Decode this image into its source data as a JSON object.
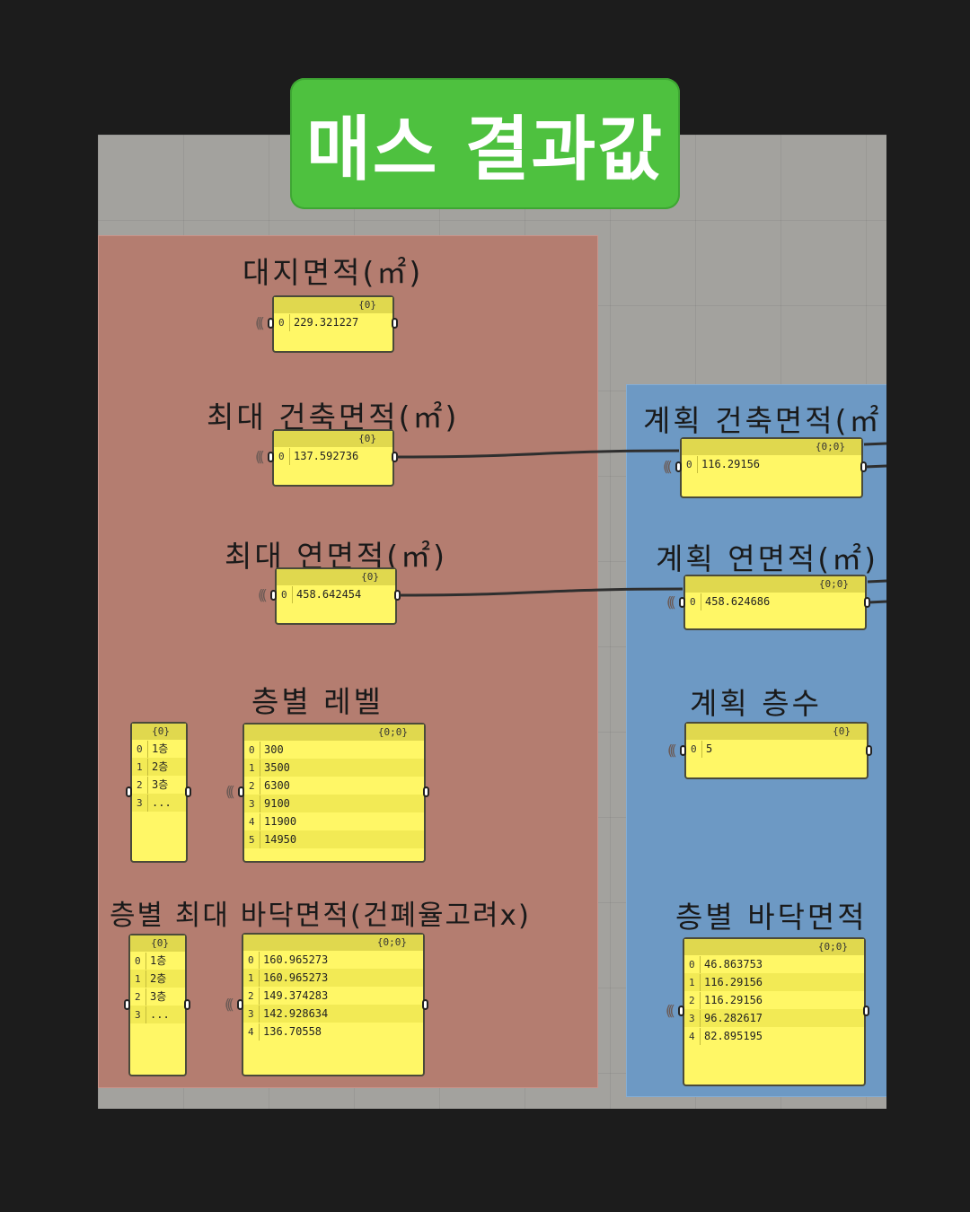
{
  "title": "매스 결과값",
  "labels": {
    "site_area": "대지면적(㎡)",
    "max_building_area": "최대 건축면적(㎡)",
    "max_floor_area": "최대 연면적(㎡)",
    "floor_levels": "층별 레벨",
    "max_floor_areas_by_floor": "층별 최대 바닥면적(건폐율고려x)",
    "plan_building_area": "계획 건축면적(㎡",
    "plan_floor_area": "계획 연면적(㎡)",
    "plan_floor_count": "계획 층수",
    "floor_areas_by_floor": "층별 바닥면적"
  },
  "panels": {
    "site_area": {
      "path": "{0}",
      "rows": [
        {
          "i": "0",
          "v": "229.321227"
        }
      ]
    },
    "max_building_area": {
      "path": "{0}",
      "rows": [
        {
          "i": "0",
          "v": "137.592736"
        }
      ]
    },
    "max_floor_area": {
      "path": "{0}",
      "rows": [
        {
          "i": "0",
          "v": "458.642454"
        }
      ]
    },
    "floor_names_a": {
      "path": "{0}",
      "rows": [
        {
          "i": "0",
          "v": "1층"
        },
        {
          "i": "1",
          "v": "2층"
        },
        {
          "i": "2",
          "v": "3층"
        },
        {
          "i": "3",
          "v": "..."
        }
      ]
    },
    "floor_levels": {
      "path": "{0;0}",
      "rows": [
        {
          "i": "0",
          "v": "300"
        },
        {
          "i": "1",
          "v": "3500"
        },
        {
          "i": "2",
          "v": "6300"
        },
        {
          "i": "3",
          "v": "9100"
        },
        {
          "i": "4",
          "v": "11900"
        },
        {
          "i": "5",
          "v": "14950"
        }
      ]
    },
    "floor_names_b": {
      "path": "{0}",
      "rows": [
        {
          "i": "0",
          "v": "1층"
        },
        {
          "i": "1",
          "v": "2층"
        },
        {
          "i": "2",
          "v": "3층"
        },
        {
          "i": "3",
          "v": "..."
        }
      ]
    },
    "max_floor_areas_by_floor": {
      "path": "{0;0}",
      "rows": [
        {
          "i": "0",
          "v": "160.965273"
        },
        {
          "i": "1",
          "v": "160.965273"
        },
        {
          "i": "2",
          "v": "149.374283"
        },
        {
          "i": "3",
          "v": "142.928634"
        },
        {
          "i": "4",
          "v": "136.70558"
        }
      ]
    },
    "plan_building_area": {
      "path": "{0;0}",
      "rows": [
        {
          "i": "0",
          "v": "116.29156"
        }
      ]
    },
    "plan_floor_area": {
      "path": "{0;0}",
      "rows": [
        {
          "i": "0",
          "v": "458.624686"
        }
      ]
    },
    "plan_floor_count": {
      "path": "{0}",
      "rows": [
        {
          "i": "0",
          "v": "5"
        }
      ]
    },
    "floor_areas_by_floor": {
      "path": "{0;0}",
      "rows": [
        {
          "i": "0",
          "v": "46.863753"
        },
        {
          "i": "1",
          "v": "116.29156"
        },
        {
          "i": "2",
          "v": "116.29156"
        },
        {
          "i": "3",
          "v": "96.282617"
        },
        {
          "i": "4",
          "v": "82.895195"
        }
      ]
    }
  },
  "colors": {
    "background": "#1c1c1c",
    "canvas": "#a3a29e",
    "group_red": "#b47d70",
    "group_blue": "#6d99c4",
    "panel": "#fff766",
    "title_badge": "#4ec13f"
  }
}
